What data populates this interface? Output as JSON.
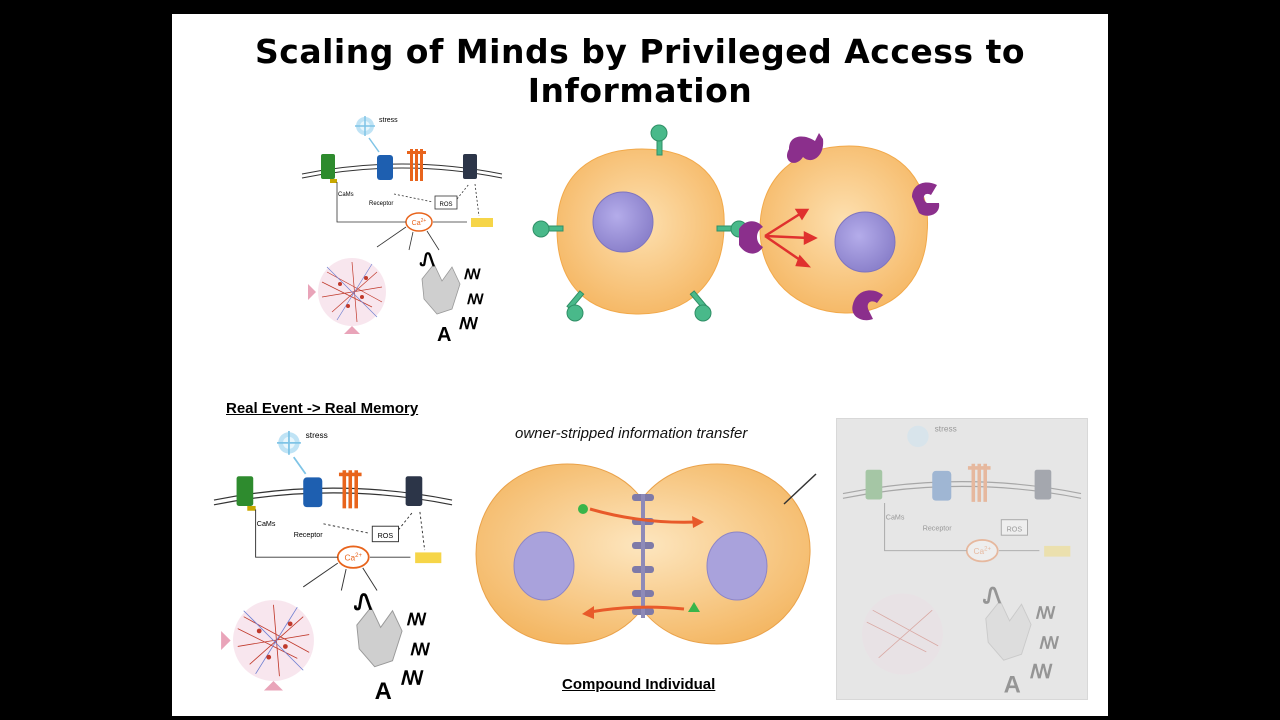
{
  "slide": {
    "title": "Scaling of Minds by Privileged Access to Information",
    "real_event_label": "Real Event -> Real Memory",
    "transfer_caption": "owner-stripped information transfer",
    "compound_label": "Compound Individual"
  },
  "signaling": {
    "stress": "stress",
    "cams": "CaMs",
    "receptor": "Receptor",
    "ros": "ROS",
    "ca_base": "Ca",
    "ca_sup": "2+",
    "glyphs": [
      "Ꮑ",
      "ꟿ",
      "ꟿ",
      "A",
      "ꟿ"
    ]
  },
  "colors": {
    "cell_fill": "#f9c77c",
    "cell_edge": "#f2a94a",
    "nucleus": "#9d94d6",
    "receptor_teal": "#49b98a",
    "receptor_purple": "#8b2f8c",
    "arrow_red": "#e0312e",
    "membrane_green": "#2e8b2e",
    "membrane_blue": "#1e5fb0",
    "membrane_orange": "#e8641c",
    "membrane_navy": "#2c3548",
    "yellow_box": "#f6d548"
  }
}
